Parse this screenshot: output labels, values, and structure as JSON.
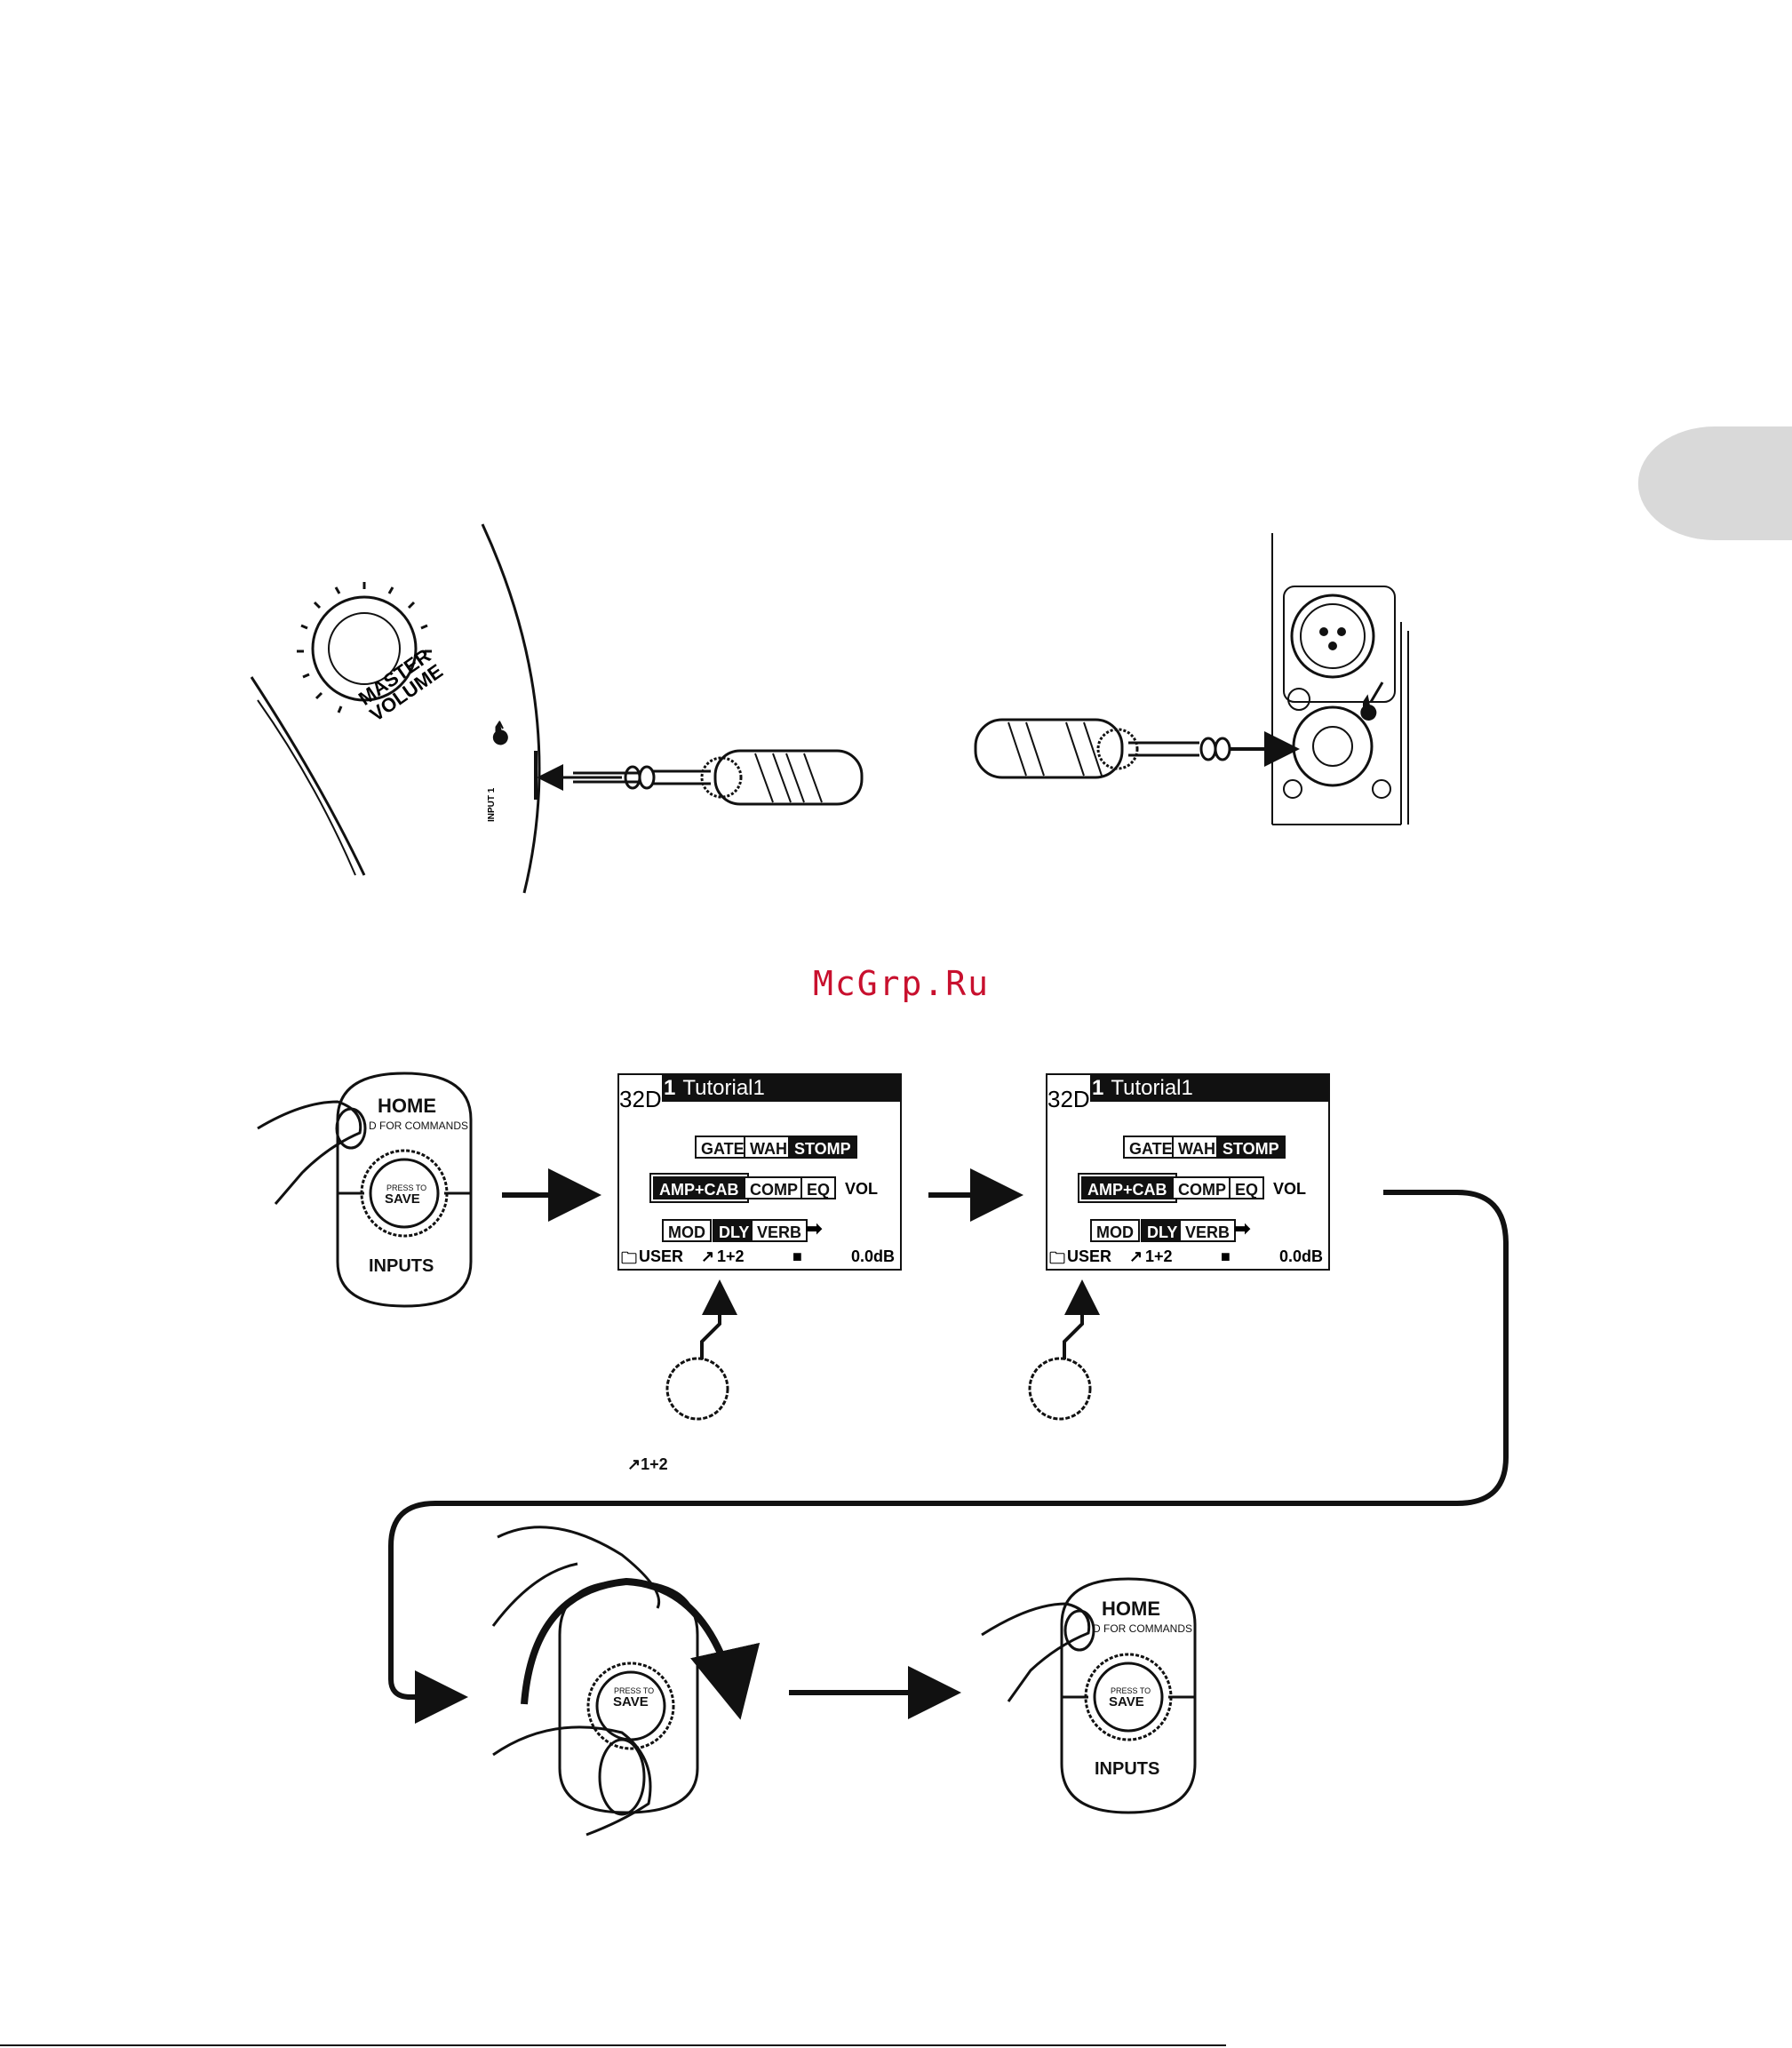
{
  "page_tab_color": "#d9d9d9",
  "amp_panel": {
    "master_volume_line1": "MASTER",
    "master_volume_line2": "VOLUME",
    "input_label": "INPUT 1"
  },
  "watermark": "McGrp.Ru",
  "control_pad_top": {
    "home": "HOME",
    "hold": "D FOR COMMANDS",
    "press_to": "PRESS TO",
    "save": "SAVE",
    "inputs": "INPUTS"
  },
  "control_pad_bottom": {
    "home": "HOME",
    "hold": "D FOR COMMANDS",
    "press_to": "PRESS TO",
    "save": "SAVE",
    "inputs": "INPUTS"
  },
  "knob_pad": {
    "press_to": "PRESS TO",
    "save": "SAVE"
  },
  "lcd_screens": [
    {
      "bank": "32D",
      "preset_num": "1",
      "preset_name": "Tutorial1",
      "row1": [
        "GATE",
        "WAH",
        "STOMP"
      ],
      "row2": [
        "AMP+CAB",
        "COMP",
        "EQ",
        "VOL"
      ],
      "row3": [
        "MOD",
        "DLY",
        "VERB"
      ],
      "status_user": "USER",
      "status_input": "1+2",
      "status_level": "0.0dB"
    },
    {
      "bank": "32D",
      "preset_num": "1",
      "preset_name": "Tutorial1",
      "row1": [
        "GATE",
        "WAH",
        "STOMP"
      ],
      "row2": [
        "AMP+CAB",
        "COMP",
        "EQ",
        "VOL"
      ],
      "row3": [
        "MOD",
        "DLY",
        "VERB"
      ],
      "status_user": "USER",
      "status_input": "1+2",
      "status_level": "0.0dB"
    }
  ],
  "input_note": "1+2"
}
